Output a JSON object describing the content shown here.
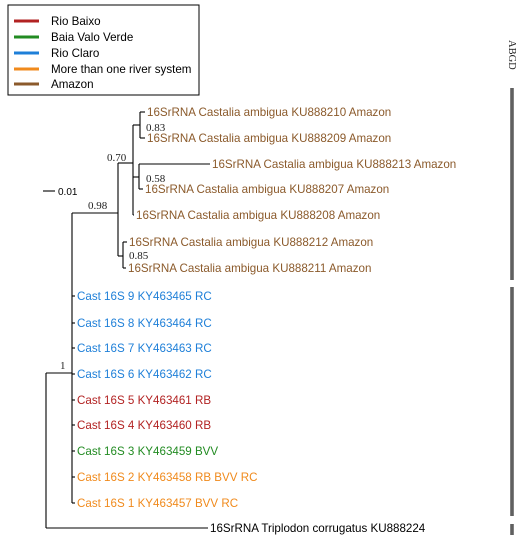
{
  "legend": {
    "items": [
      {
        "label": "Rio Baixo",
        "color": "#b22222"
      },
      {
        "label": "Baia Valo Verde",
        "color": "#228b22"
      },
      {
        "label": "Rio Claro",
        "color": "#1e7fd8"
      },
      {
        "label": "More than one river system",
        "color": "#f08a1c"
      },
      {
        "label": "Amazon",
        "color": "#8b5a2b"
      }
    ]
  },
  "scale_bar_label": "0.01",
  "abgd_label": "ABGD",
  "support_values": {
    "amazon_clade": "0.98",
    "upper_subclade": "0.70",
    "pair_210_209": "0.83",
    "pair_213_207": "0.58",
    "pair_212_211": "0.85",
    "ingroup": "1"
  },
  "tips": [
    {
      "label": "16SrRNA Castalia ambigua KU888210 Amazon",
      "color": "#8b5a2b"
    },
    {
      "label": "16SrRNA Castalia ambigua KU888209 Amazon",
      "color": "#8b5a2b"
    },
    {
      "label": "16SrRNA Castalia ambigua KU888213 Amazon",
      "color": "#8b5a2b"
    },
    {
      "label": "16SrRNA Castalia ambigua KU888207 Amazon",
      "color": "#8b5a2b"
    },
    {
      "label": "16SrRNA Castalia ambigua KU888208 Amazon",
      "color": "#8b5a2b"
    },
    {
      "label": "16SrRNA Castalia ambigua KU888212 Amazon",
      "color": "#8b5a2b"
    },
    {
      "label": "16SrRNA Castalia ambigua KU888211 Amazon",
      "color": "#8b5a2b"
    },
    {
      "label": "Cast 16S 9 KY463465 RC",
      "color": "#1e7fd8"
    },
    {
      "label": "Cast 16S 8 KY463464 RC",
      "color": "#1e7fd8"
    },
    {
      "label": "Cast 16S 7 KY463463 RC",
      "color": "#1e7fd8"
    },
    {
      "label": "Cast 16S 6 KY463462 RC",
      "color": "#1e7fd8"
    },
    {
      "label": "Cast 16S 5 KY463461 RB",
      "color": "#b22222"
    },
    {
      "label": "Cast 16S 4 KY463460 RB",
      "color": "#b22222"
    },
    {
      "label": "Cast 16S 3 KY463459 BVV",
      "color": "#228b22"
    },
    {
      "label": "Cast 16S 2 KY463458 RB BVV RC",
      "color": "#f08a1c"
    },
    {
      "label": "Cast 16S 1 KY463457 BVV RC",
      "color": "#f08a1c"
    },
    {
      "label": "16SrRNA Triplodon corrugatus KU888224",
      "color": "#000000"
    }
  ]
}
